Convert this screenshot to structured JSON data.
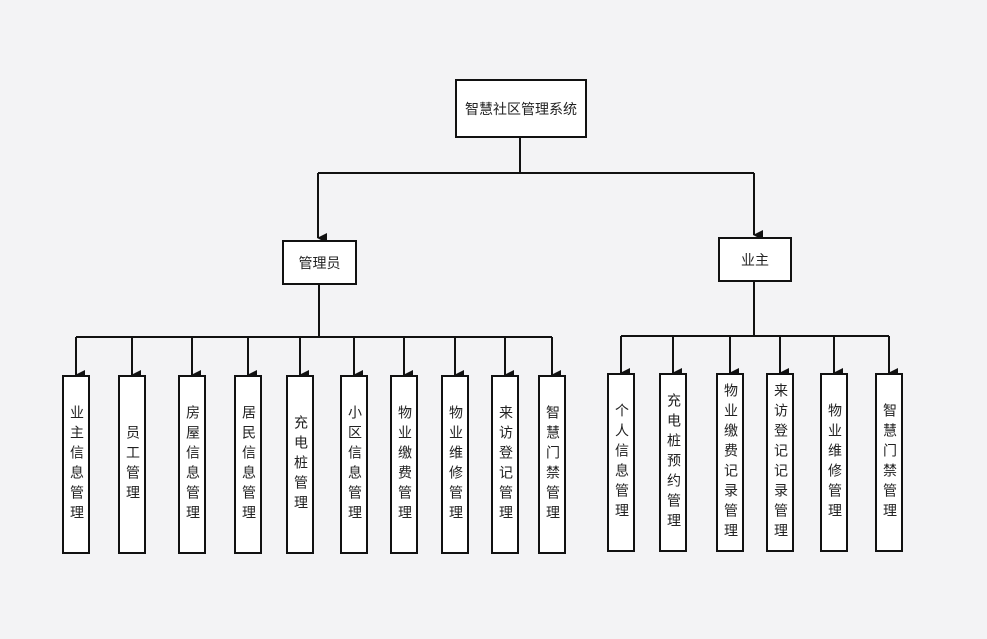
{
  "root": {
    "label": "智慧社区管理系统"
  },
  "branches": [
    {
      "label": "管理员",
      "children": [
        "业主信息管理",
        "员工管理",
        "房屋信息管理",
        "居民信息管理",
        "充电桩管理",
        "小区信息管理",
        "物业缴费管理",
        "物业维修管理",
        "来访登记管理",
        "智慧门禁管理"
      ]
    },
    {
      "label": "业主",
      "children": [
        "个人信息管理",
        "充电桩预约管理",
        "物业缴费记录管理",
        "来访登记记录管理",
        "物业维修管理",
        "智慧门禁管理"
      ]
    }
  ]
}
